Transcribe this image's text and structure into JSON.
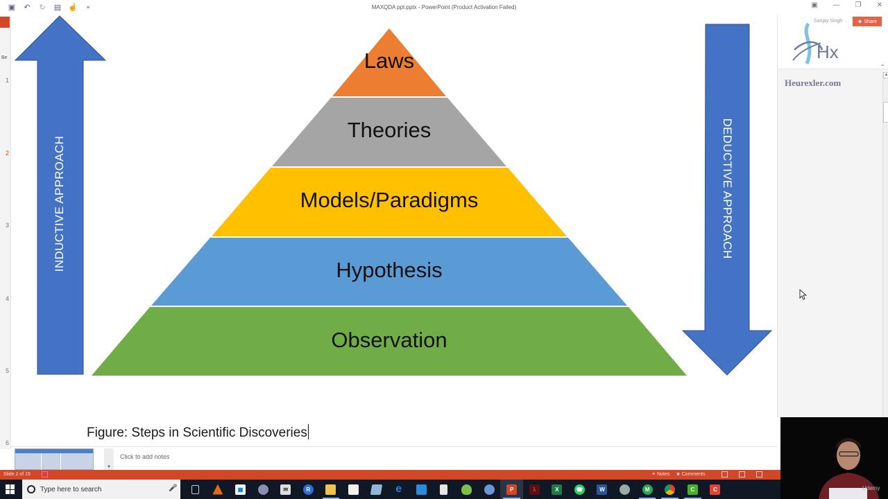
{
  "window": {
    "title": "MAXQDA ppt.pptx - PowerPoint (Product Activation Failed)",
    "user": "Sanjay Singh",
    "share_label": "Share",
    "controls": [
      "ribbon-display",
      "minimize",
      "restore",
      "close"
    ]
  },
  "quick_access": [
    {
      "name": "save-icon",
      "glyph": "💾"
    },
    {
      "name": "undo-icon",
      "glyph": "↶"
    },
    {
      "name": "redo-icon",
      "glyph": "↻"
    },
    {
      "name": "present-icon",
      "glyph": "▣"
    },
    {
      "name": "touch-mode-icon",
      "glyph": "☝"
    },
    {
      "name": "customize-qat-icon",
      "glyph": "≡"
    }
  ],
  "left_strip": {
    "ribbon_label": "Be",
    "slide_numbers": [
      "1",
      "2",
      "3",
      "4",
      "5",
      "6"
    ],
    "active_slide_number": "2"
  },
  "slide": {
    "diagram": {
      "type": "pyramid",
      "levels": [
        {
          "label": "Laws",
          "color": "#ED7D31"
        },
        {
          "label": "Theories",
          "color": "#A5A5A5"
        },
        {
          "label": "Models/Paradigms",
          "color": "#FFC000"
        },
        {
          "label": "Hypothesis",
          "color": "#5B9BD5"
        },
        {
          "label": "Observation",
          "color": "#70AD47"
        }
      ]
    },
    "left_arrow": {
      "label": "INDUCTIVE APPROACH",
      "direction": "up",
      "color": "#4472C4"
    },
    "right_arrow": {
      "label": "DEDUCTIVE APPROACH",
      "direction": "down",
      "color": "#4472C4"
    },
    "caption": "Figure: Steps in Scientific Discoveries"
  },
  "right_panel": {
    "logo_text": "Hx",
    "watermark": "Heurexler.com"
  },
  "notes": {
    "placeholder": "Click to add notes"
  },
  "status_bar": {
    "slide_indicator": "Slide 2 of 15",
    "notes_label": "Notes",
    "comments_label": "Comments"
  },
  "taskbar": {
    "search_placeholder": "Type here to search",
    "apps": [
      {
        "name": "task-view-icon",
        "color": "#101826",
        "glyph": "⬚"
      },
      {
        "name": "matlab-icon",
        "color": "#e06a1b",
        "glyph": "▲"
      },
      {
        "name": "store-icon",
        "color": "#f2f2f2",
        "glyph": "🛍"
      },
      {
        "name": "brain-app-icon",
        "color": "#8a8fb0",
        "glyph": "✿"
      },
      {
        "name": "mail-icon",
        "color": "#dddddd",
        "glyph": "✉"
      },
      {
        "name": "r-icon",
        "color": "#2d6fd6",
        "glyph": "R"
      },
      {
        "name": "file-explorer-icon",
        "color": "#f3c24a",
        "glyph": "▤"
      },
      {
        "name": "sticky-notes-icon",
        "color": "#f0f0f0",
        "glyph": "■"
      },
      {
        "name": "app-icon-generic",
        "color": "#8fb8d8",
        "glyph": "◆"
      },
      {
        "name": "edge-icon",
        "color": "#1e7fd8",
        "glyph": "e"
      },
      {
        "name": "remote-desktop-icon",
        "color": "#2b8ad9",
        "glyph": "▣"
      },
      {
        "name": "calculator-icon",
        "color": "#e5e5e5",
        "glyph": "▦"
      },
      {
        "name": "maxqda-icon",
        "color": "#7cc04b",
        "glyph": "▴"
      },
      {
        "name": "network-app-icon",
        "color": "#6a96d8",
        "glyph": "●"
      },
      {
        "name": "powerpoint-icon",
        "color": "#d24726",
        "glyph": "P",
        "active": true
      },
      {
        "name": "acrobat-icon",
        "color": "#b31d1d",
        "glyph": "⌘"
      },
      {
        "name": "excel-icon",
        "color": "#1f7a45",
        "glyph": "X"
      },
      {
        "name": "whatsapp-icon",
        "color": "#25d366",
        "glyph": "☎"
      },
      {
        "name": "word-icon",
        "color": "#2b579a",
        "glyph": "W"
      },
      {
        "name": "inkscape-icon",
        "color": "#9aa",
        "glyph": "✎"
      },
      {
        "name": "m-app-icon",
        "color": "#2aa65a",
        "glyph": "M"
      },
      {
        "name": "chrome-icon",
        "color": "#e0a020",
        "glyph": "◉"
      },
      {
        "name": "camtasia-green-icon",
        "color": "#45b02a",
        "glyph": "C"
      },
      {
        "name": "camtasia-red-icon",
        "color": "#e5432f",
        "glyph": "C"
      }
    ]
  },
  "webcam": {
    "watermark": "Udemy"
  }
}
